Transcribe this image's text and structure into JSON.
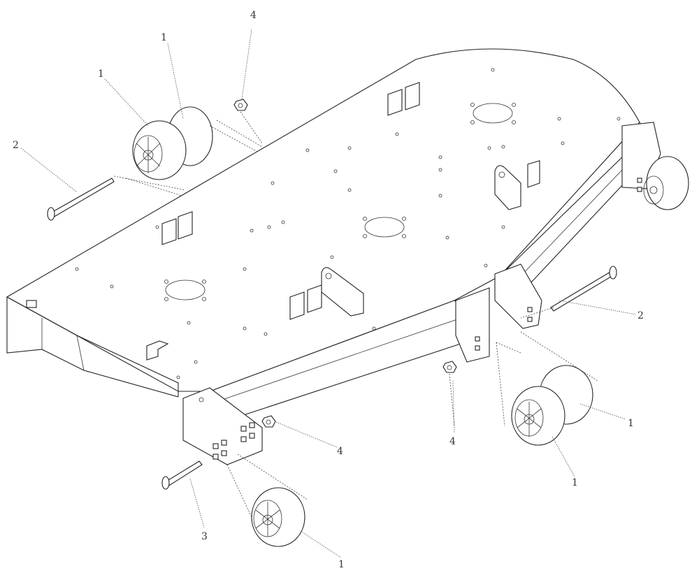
{
  "diagram": {
    "callouts": [
      {
        "id": "c1a",
        "text": "1"
      },
      {
        "id": "c1b",
        "text": "1"
      },
      {
        "id": "c2a",
        "text": "2"
      },
      {
        "id": "c4a",
        "text": "4"
      },
      {
        "id": "c2b",
        "text": "2"
      },
      {
        "id": "c1c",
        "text": "1"
      },
      {
        "id": "c1d",
        "text": "1"
      },
      {
        "id": "c4b",
        "text": "4"
      },
      {
        "id": "c4c",
        "text": "4"
      },
      {
        "id": "c3a",
        "text": "3"
      },
      {
        "id": "c1e",
        "text": "1"
      }
    ]
  }
}
